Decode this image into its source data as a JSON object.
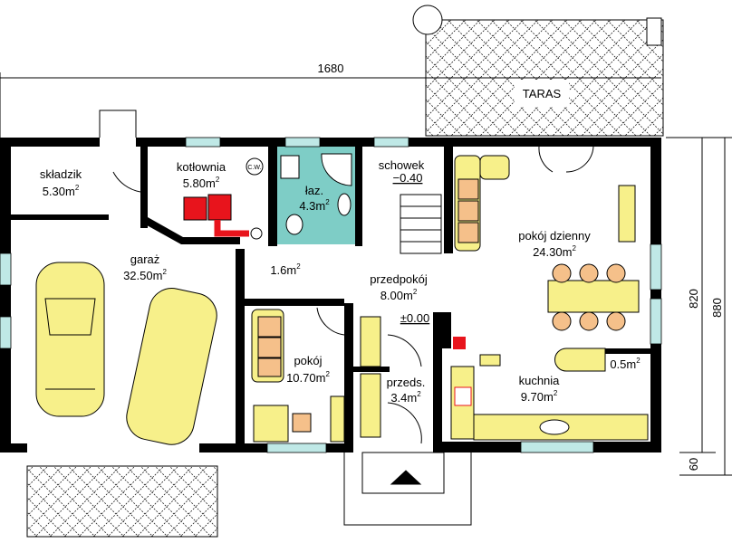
{
  "plan": {
    "dimensions": {
      "width": "1680",
      "depth_main": "820",
      "depth_total": "880",
      "porch": "60"
    },
    "terrace": {
      "label": "TARAS"
    },
    "rooms": [
      {
        "name": "składzik",
        "area": "5.30m",
        "sup": "2"
      },
      {
        "name": "kotłownia",
        "area": "5.80m",
        "sup": "2"
      },
      {
        "name": "łaz.",
        "area": "4.3m",
        "sup": "2"
      },
      {
        "name": "schowek",
        "area": "−0.40",
        "sup": ""
      },
      {
        "name": "pokój dzienny",
        "area": "24.30m",
        "sup": "2"
      },
      {
        "name": "garaż",
        "area": "32.50m",
        "sup": "2"
      },
      {
        "name": "",
        "area": "1.6m",
        "sup": "2"
      },
      {
        "name": "przedpokój",
        "area": "8.00m",
        "sup": "2"
      },
      {
        "name": "pokój",
        "area": "10.70m",
        "sup": "2"
      },
      {
        "name": "przeds.",
        "area": "3.4m",
        "sup": "2"
      },
      {
        "name": "kuchnia",
        "area": "9.70m",
        "sup": "2"
      },
      {
        "name": "",
        "area": "0.5m",
        "sup": "2"
      }
    ],
    "level_entrance": "±0.00",
    "boiler_tag": "C.W.",
    "colors": {
      "bathroom": "#7ecdc6",
      "furniture": "#f7f08a",
      "cushion": "#f5c08a",
      "boiler": "#e8141c",
      "window": "#bfe8e6"
    }
  }
}
